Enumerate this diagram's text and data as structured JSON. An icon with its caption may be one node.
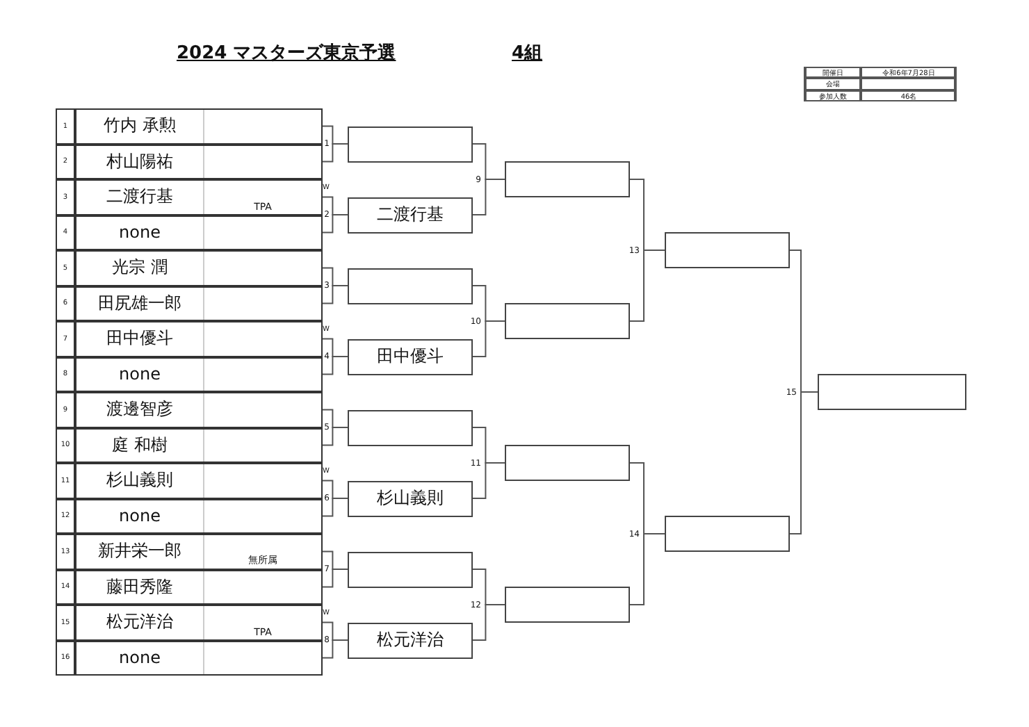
{
  "diagram": {
    "title": "2024 マスターズ東京予選",
    "nodes": [
      {
        "text": [
          "1",
          "竹内 承勲"
        ]
      },
      {
        "text": [
          "2",
          "村山陽祐"
        ]
      },
      {
        "text": [
          "3",
          "二渡行基",
          "TPA"
        ]
      },
      {
        "text": [
          "4",
          "none"
        ]
      },
      {
        "text": [
          "5",
          "光宗 潤"
        ]
      },
      {
        "text": [
          "6",
          "田尻雄一郎"
        ]
      },
      {
        "text": [
          "7",
          "田中優斗"
        ]
      },
      {
        "text": [
          "8",
          "none"
        ]
      },
      {
        "text": [
          "9",
          "渡邊智彦"
        ]
      },
      {
        "text": [
          "10",
          "庭 和樹"
        ]
      },
      {
        "text": [
          "11",
          "杉山義則"
        ]
      },
      {
        "text": [
          "12",
          "none"
        ]
      },
      {
        "text": [
          "13",
          "新井栄一郎",
          "無所属"
        ]
      },
      {
        "text": [
          "14",
          "藤田秀隆"
        ]
      },
      {
        "text": [
          "15",
          "松元洋治",
          "TPA"
        ]
      },
      {
        "text": [
          "16",
          "none"
        ]
      },
      {
        "text": [],
        "shape": "box"
      },
      {
        "text": [
          "二渡行基"
        ]
      },
      {
        "text": [],
        "shape": "box"
      },
      {
        "text": [
          "田中優斗"
        ]
      },
      {
        "text": [],
        "shape": "box"
      },
      {
        "text": [
          "杉山義則"
        ]
      },
      {
        "text": [],
        "shape": "box"
      },
      {
        "text": [
          "松元洋治"
        ]
      },
      {
        "text": [],
        "shape": "box"
      },
      {
        "text": [],
        "shape": "box"
      },
      {
        "text": [],
        "shape": "box"
      },
      {
        "text": [],
        "shape": "box"
      },
      {
        "text": [],
        "shape": "box"
      },
      {
        "text": [],
        "shape": "box"
      },
      {
        "text": [],
        "shape": "box"
      }
    ],
    "edges": [
      {
        "from": 0,
        "to": 16,
        "arrow": "none"
      },
      {
        "from": 1,
        "to": 16,
        "arrow": "none"
      },
      {
        "from": 2,
        "to": 17,
        "arrow": "none"
      },
      {
        "from": 3,
        "to": 17,
        "arrow": "none"
      },
      {
        "from": 4,
        "to": 18,
        "arrow": "none"
      },
      {
        "from": 5,
        "to": 18,
        "arrow": "none"
      },
      {
        "from": 6,
        "to": 19,
        "arrow": "none"
      },
      {
        "from": 7,
        "to": 19,
        "arrow": "none"
      },
      {
        "from": 8,
        "to": 20,
        "arrow": "none"
      },
      {
        "from": 9,
        "to": 20,
        "arrow": "none"
      },
      {
        "from": 10,
        "to": 21,
        "arrow": "none"
      },
      {
        "from": 11,
        "to": 21,
        "arrow": "none"
      },
      {
        "from": 12,
        "to": 22,
        "arrow": "none"
      },
      {
        "from": 13,
        "to": 22,
        "arrow": "none"
      },
      {
        "from": 14,
        "to": 23,
        "arrow": "none"
      },
      {
        "from": 15,
        "to": 23,
        "arrow": "none"
      },
      {
        "from": 16,
        "to": 24,
        "arrow": "none"
      },
      {
        "from": 17,
        "to": 24,
        "arrow": "none"
      },
      {
        "from": 18,
        "to": 25,
        "arrow": "none"
      },
      {
        "from": 19,
        "to": 25,
        "arrow": "none"
      },
      {
        "from": 20,
        "to": 26,
        "arrow": "none"
      },
      {
        "from": 21,
        "to": 26,
        "arrow": "none"
      },
      {
        "from": 22,
        "to": 27,
        "arrow": "none"
      },
      {
        "from": 23,
        "to": 27,
        "arrow": "none"
      },
      {
        "from": 24,
        "to": 28,
        "arrow": "none"
      },
      {
        "from": 25,
        "to": 28,
        "arrow": "none"
      },
      {
        "from": 26,
        "to": 29,
        "arrow": "none"
      },
      {
        "from": 27,
        "to": 29,
        "arrow": "none"
      },
      {
        "from": 28,
        "to": 30,
        "arrow": "none"
      },
      {
        "from": 29,
        "to": 30,
        "arrow": "none"
      }
    ],
    "labels": [
      "4組",
      "開催日",
      "令和6年7月28日",
      "会場",
      "参加人数",
      "46名",
      "1",
      "W",
      "2",
      "9",
      "3",
      "W",
      "4",
      "13",
      "5",
      "10",
      "W",
      "6",
      "15",
      "7",
      "11",
      "W",
      "8",
      "14",
      "12"
    ]
  }
}
